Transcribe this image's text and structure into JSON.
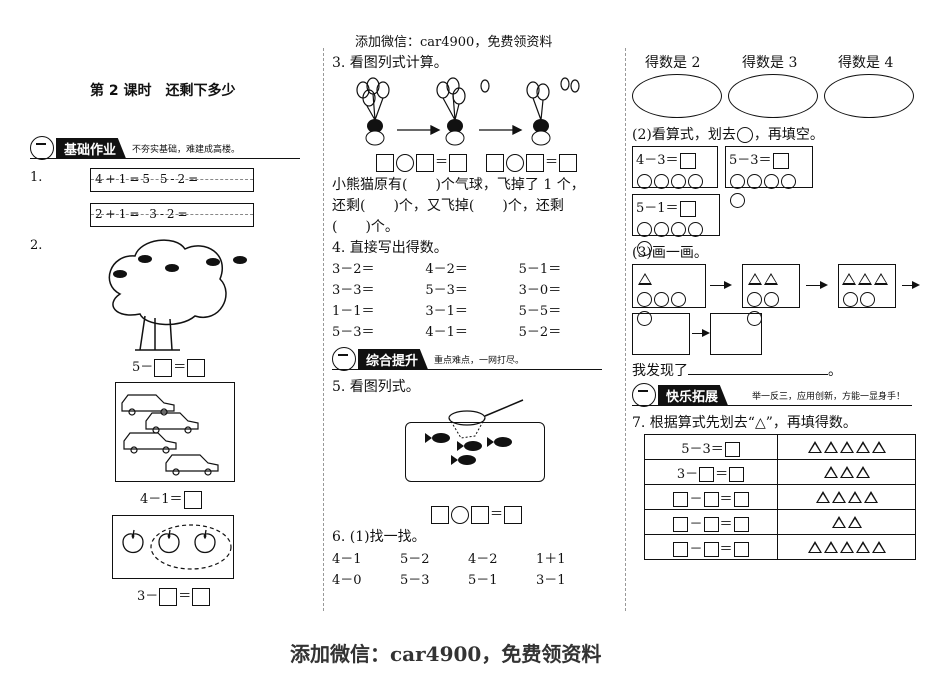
{
  "watermark": "添加微信：car4900，免费领资料",
  "lesson_title": "第 2 课时　还剩下多少",
  "section1": {
    "title": "基础作业",
    "subtitle": "不夯实基础，难建成高楼。"
  },
  "q1": {
    "label": "1.",
    "row1": "4+1=5  5-2=",
    "row2": "2+1=  3-2="
  },
  "q2": {
    "label": "2.",
    "eq_a": "5－",
    "eq_b": "4－1＝",
    "eq_c": "3－"
  },
  "q3": {
    "label": "3. 看图列式计算。",
    "text1": "小熊猫原有(　　)个气球，飞掉了 1 个，",
    "text2": "还剩(　　)个，又飞掉(　　)个，还剩",
    "text3": "(　　)个。"
  },
  "q4": {
    "label": "4. 直接写出得数。",
    "rows": [
      [
        "3－2＝",
        "4－2＝",
        "5－1＝"
      ],
      [
        "3－3＝",
        "5－3＝",
        "3－0＝"
      ],
      [
        "1－1＝",
        "3－1＝",
        "5－5＝"
      ],
      [
        "5－3＝",
        "4－1＝",
        "5－2＝"
      ]
    ]
  },
  "section2": {
    "title": "综合提升",
    "subtitle": "重点难点，一网打尽。"
  },
  "q5": {
    "label": "5. 看图列式。"
  },
  "q6": {
    "label": "6. (1)找一找。",
    "rows": [
      [
        "4－1",
        "5－2",
        "4－2",
        "1＋1"
      ],
      [
        "4－0",
        "5－3",
        "5－1",
        "3－1"
      ]
    ]
  },
  "right": {
    "results": [
      "得数是 2",
      "得数是 3",
      "得数是 4"
    ],
    "p2_label": "(2)看算式，划去",
    "p2_label_end": "，再填空。",
    "p2_eqs": [
      "4－3＝",
      "5－3＝",
      "5－1＝"
    ],
    "p3_label": "(3)画一画。",
    "found": "我发现了",
    "found_end": "。"
  },
  "section3": {
    "title": "快乐拓展",
    "subtitle": "举一反三，应用创新，方能一显身手！"
  },
  "q7": {
    "label": "7. 根据算式先划去“△”，再填得数。",
    "rows": [
      {
        "expr": "5－3＝",
        "tri": 5
      },
      {
        "expr": "3－",
        "expr2": "＝",
        "tri": 3
      },
      {
        "expr": "－",
        "expr2": "＝",
        "tri": 4
      },
      {
        "expr": "－",
        "expr2": "＝",
        "tri": 2
      },
      {
        "expr": "－",
        "expr2": "＝",
        "tri": 5
      }
    ]
  }
}
